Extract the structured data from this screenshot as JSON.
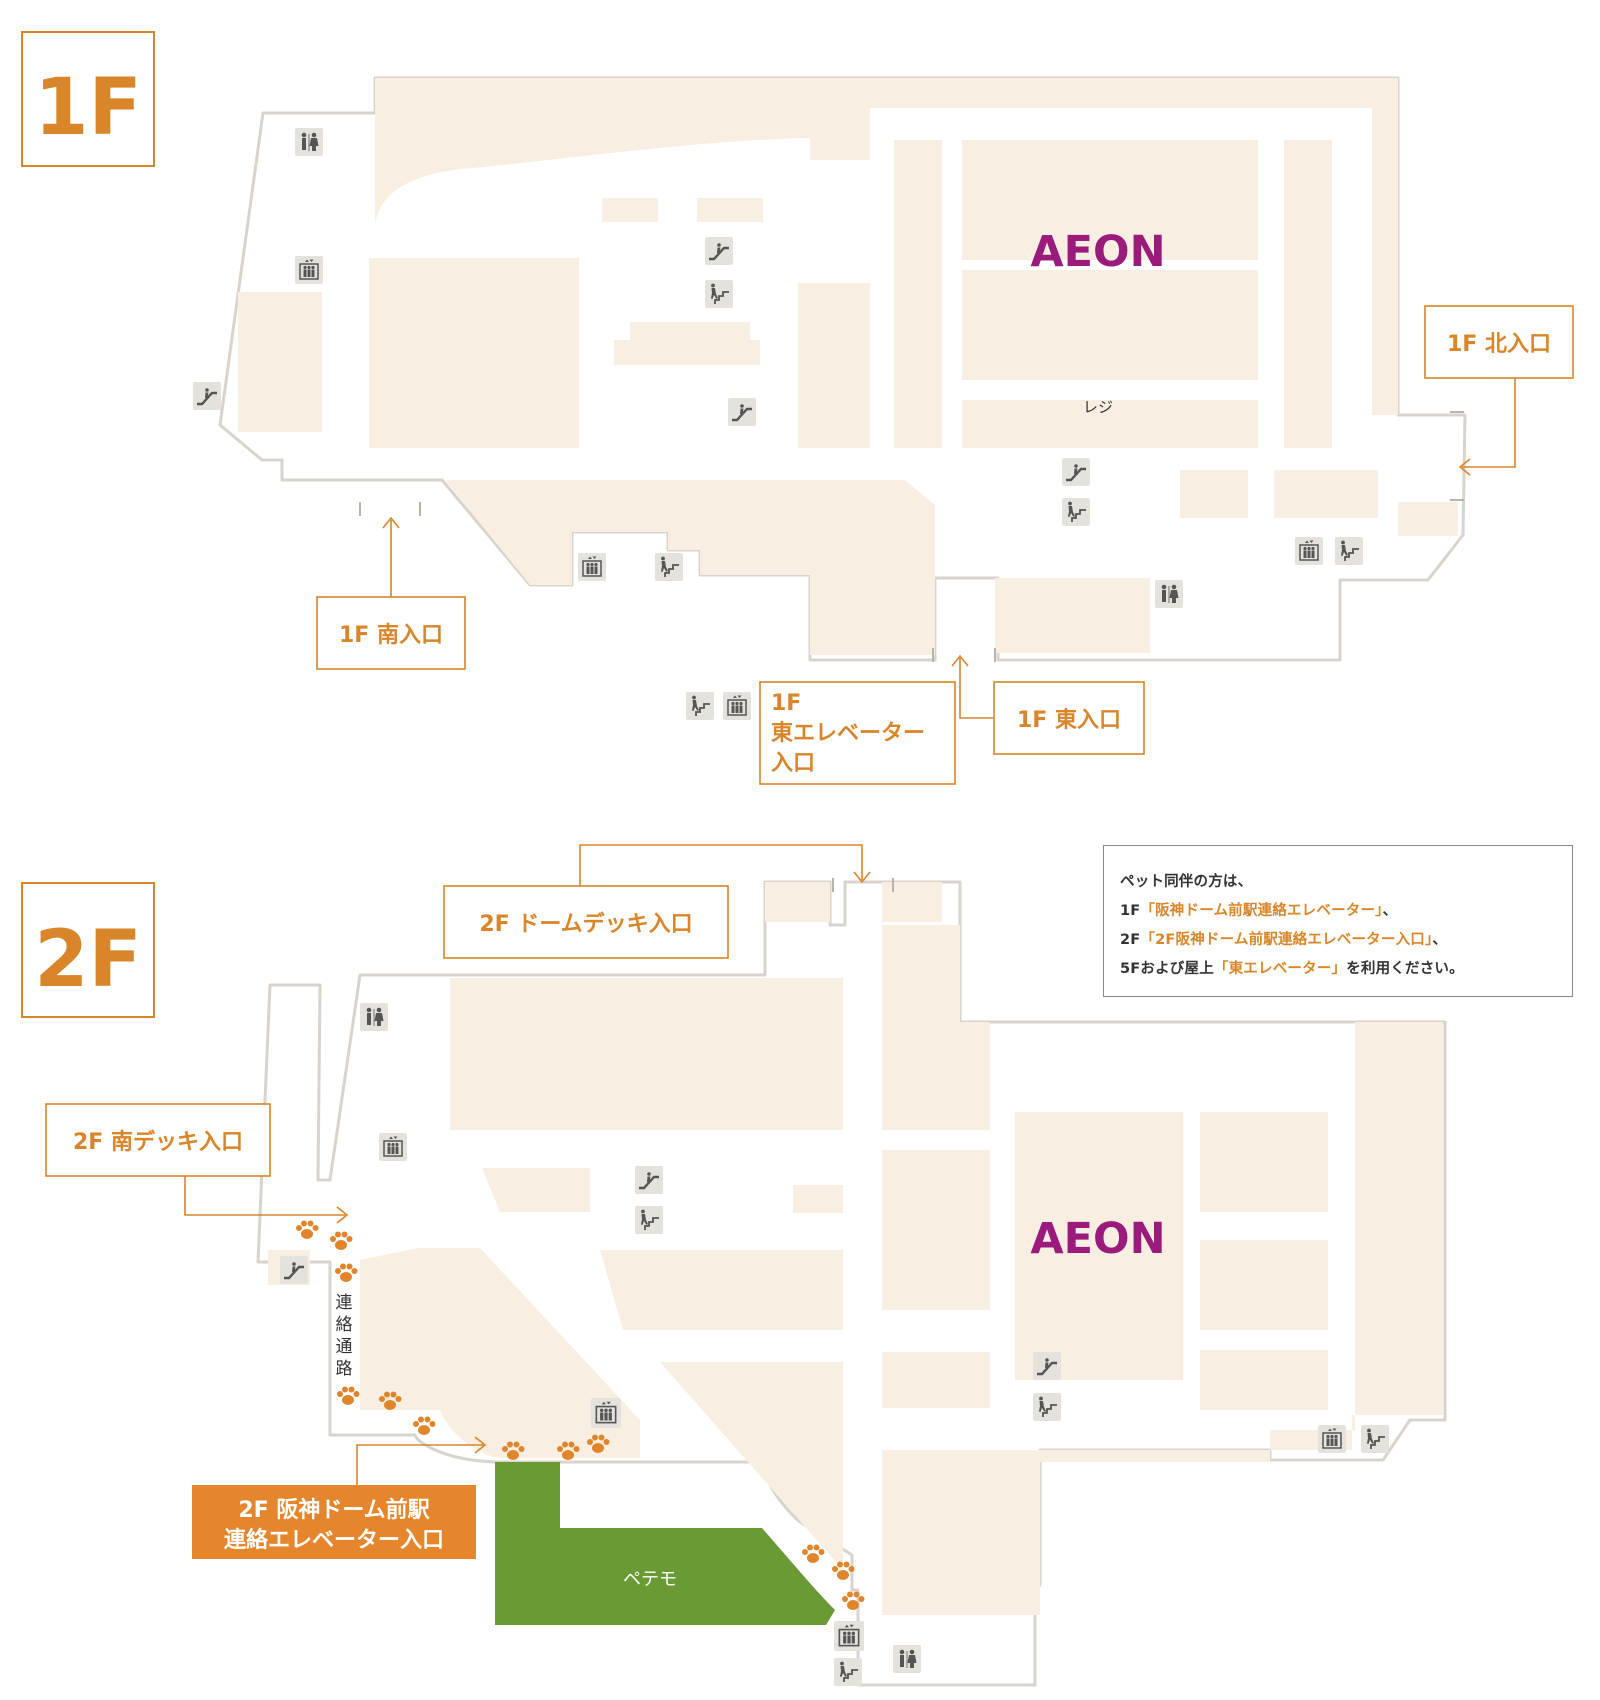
{
  "floors": {
    "f1": {
      "badge": "1F",
      "brand": "AEON",
      "register_label": "レジ",
      "entrances": {
        "north": "1F 北入口",
        "south": "1F 南入口",
        "east": "1F 東入口",
        "east_elevator_lines": [
          "1F",
          "東エレベーター",
          "入口"
        ]
      }
    },
    "f2": {
      "badge": "2F",
      "brand": "AEON",
      "entrances": {
        "dome_deck": "2F ドームデッキ入口",
        "south_deck": "2F 南デッキ入口",
        "hanshin_lines": [
          "2F 阪神ドーム前駅",
          "連絡エレベーター入口"
        ]
      },
      "corridor_chars": [
        "連",
        "絡",
        "通",
        "路"
      ],
      "petemo_label": "ペテモ"
    }
  },
  "note": {
    "line1": "ペット同伴の方は、",
    "line2_pre": "1F",
    "line2_hl": "「阪神ドーム前駅連絡エレベーター」",
    "line2_post": "、",
    "line3_pre": "2F",
    "line3_hl": "「2F阪神ドーム前駅連絡エレベーター入口」",
    "line3_post": "、",
    "line4_pre": "5Fおよび屋上",
    "line4_hl": "「東エレベーター」",
    "line4_post": "を利用ください。"
  },
  "colors": {
    "accent": "#d9852a",
    "brand": "#9b1b7d",
    "store": "#f8efe2",
    "outline": "#d8d3cc",
    "petemo": "#6a9a34",
    "icon_bg": "#e5e2dd",
    "icon_fg": "#555555"
  },
  "icons": {
    "restroom": "restroom-icon",
    "elevator": "elevator-icon",
    "escalator": "escalator-icon",
    "stairs": "stairs-icon",
    "paw": "paw-icon"
  }
}
